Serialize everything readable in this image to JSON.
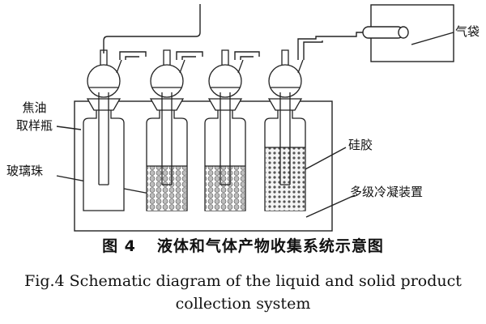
{
  "labels": {
    "gas_bag": "气袋",
    "tar_bottle": "焦油\n取样瓶",
    "glass_beads": "玻璃珠",
    "silica_gel": "硅胶",
    "condenser": "多级冷凝装置"
  },
  "caption": {
    "cn_fig": "图 4",
    "cn_text": "液体和气体产物收集系统示意图",
    "en_line1": "Fig.4 Schematic diagram of the liquid and solid product",
    "en_line2": "collection system"
  },
  "colors": {
    "line": "#222222",
    "beads": "#9a9a9a"
  }
}
